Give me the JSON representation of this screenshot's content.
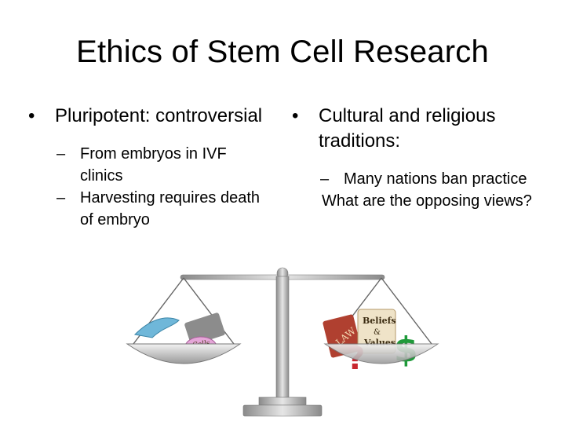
{
  "slide": {
    "title": "Ethics of Stem Cell Research",
    "left": {
      "bullet_marker": "•",
      "heading": "Pluripotent: controversial",
      "sub_marker": "–",
      "subs": [
        "From embryos in IVF clinics",
        "Harvesting requires death of embryo"
      ]
    },
    "right": {
      "bullet_marker": "•",
      "heading": "Cultural and religious traditions:",
      "sub_marker": "–",
      "subs": [
        "Many nations ban practice"
      ],
      "extra": "What are the opposing views?"
    },
    "illustration": {
      "left_pan_label": "Adult Stem Cells",
      "right_pan_labels": [
        "LAW",
        "Beliefs",
        "&",
        "Values",
        "?",
        "$"
      ],
      "icons": [
        "balance-scale-icon",
        "caduceus-icon",
        "book-icon",
        "scroll-icon",
        "question-mark-icon",
        "dollar-sign-icon"
      ]
    },
    "colors": {
      "scale_metal": "#a9a9a9",
      "law_book": "#b04030",
      "question": "#c8262e",
      "dollar": "#1f9a3a",
      "caduceus": "#6fb7d9"
    }
  }
}
